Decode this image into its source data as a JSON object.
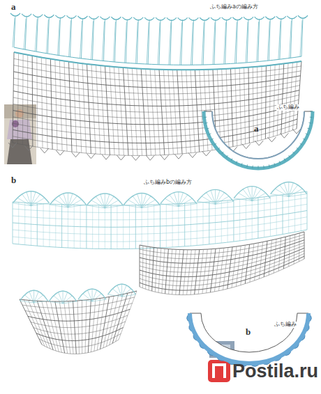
{
  "diagram": {
    "labels": [
      "a",
      "ふち編みaの編み方",
      "a",
      "ふち編み",
      "b",
      "ふち編みbの編み方",
      "b",
      "ふち編み",
      "Postila.ru"
    ]
  }
}
